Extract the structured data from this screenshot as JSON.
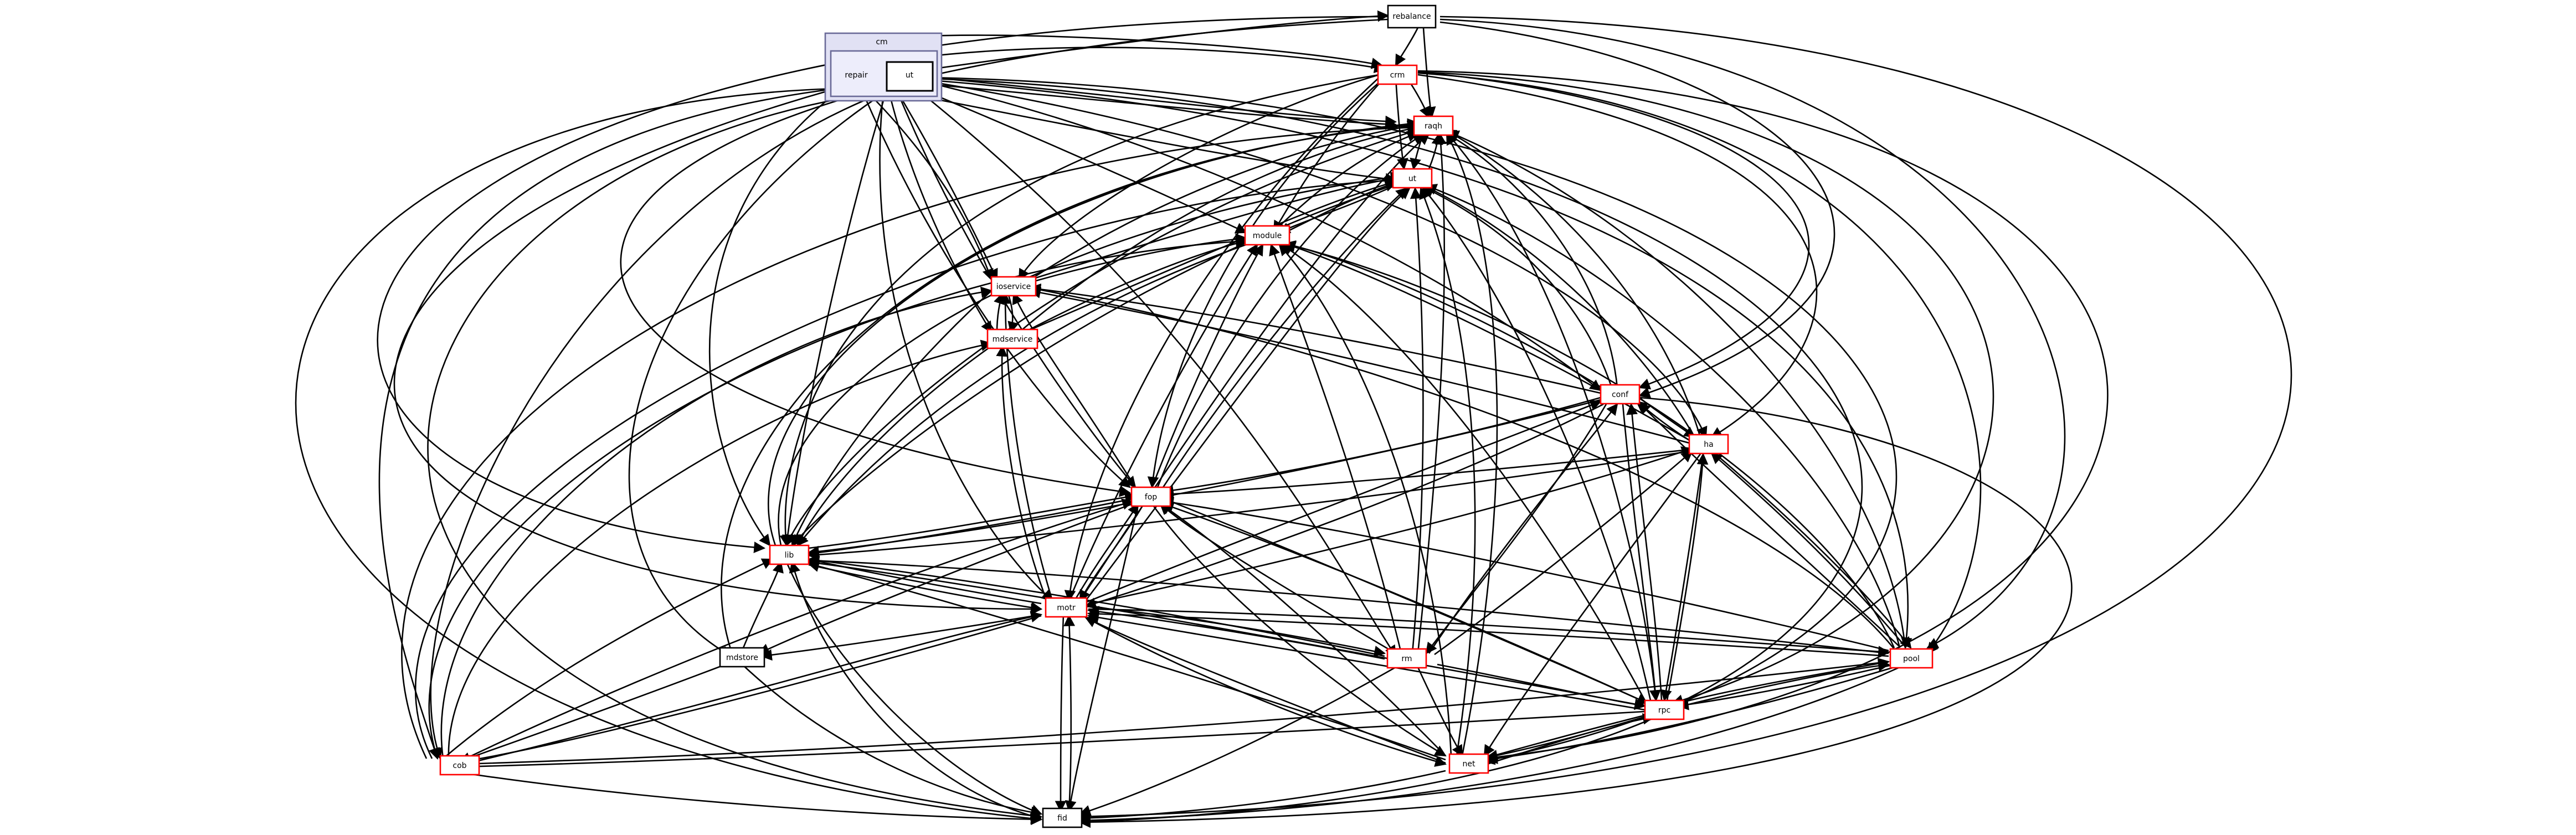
{
  "graph": {
    "nodes": {
      "rebalance": "rebalance",
      "crm": "crm",
      "raqh": "raqh",
      "ut": "ut",
      "module": "module",
      "ioservice": "ioservice",
      "mdservice": "mdservice",
      "conf": "conf",
      "ha": "ha",
      "fop": "fop",
      "lib": "lib",
      "motr": "motr",
      "mdstore": "mdstore",
      "rm": "rm",
      "pool": "pool",
      "rpc": "rpc",
      "cob": "cob",
      "net": "net",
      "fid": "fid"
    },
    "clusters": {
      "cm": "cm",
      "repair": "repair",
      "sns_ut": "ut"
    },
    "colors": {
      "edge": "#000000",
      "node_border": "#000000",
      "node_border_highlight": "#ff0000",
      "cluster_fill": "#e1e1f4",
      "cluster_inner_fill": "#ededfb"
    }
  }
}
